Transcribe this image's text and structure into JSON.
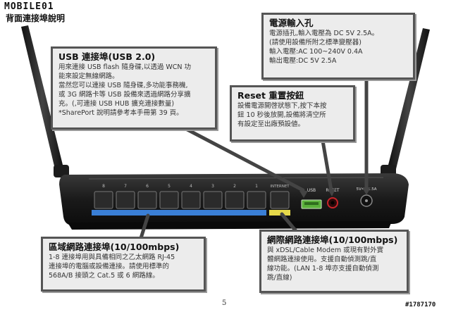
{
  "header": {
    "logo_text": "MOBILE01",
    "heading": "背面連接埠說明"
  },
  "callouts": {
    "usb": {
      "title": "USB 連接埠(USB 2.0)",
      "lines": [
        "用來連接 USB flash 隨身碟,以透過 WCN 功",
        "能來設定無線網路。",
        "當然您可以連接 USB 隨身碟,多功能事務機,",
        "或 3G 網路卡等 USB 設備來透過網路分享擴",
        "充。(,可連接 USB HUB 擴充連接數量)",
        "*SharePort 說明請參考本手冊第 39 頁。"
      ]
    },
    "power": {
      "title": "電源輸入孔",
      "lines": [
        "電源插孔,輸入電壓為 DC  5V 2.5A。",
        "(請使用設備所附之標準變壓器)",
        "輸入電壓:AC 100~240V 0.4A",
        "輸出電壓:DC 5V 2.5A"
      ]
    },
    "reset": {
      "title": "Reset 重置按鈕",
      "lines": [
        "設備電源開啓狀態下,按下本按",
        "鈕 10 秒後放開,設備將清空所",
        "有設定至出廠預設値。"
      ]
    },
    "lan": {
      "title": "區域網路連接埠(10/100mbps)",
      "lines": [
        "1-8 連接埠用與具備相同之乙太網路 RJ-45",
        "連接埠的電腦或設備連接。請使用標準的",
        "568A/B 接頭之 Cat.5 或 6 網路線。"
      ]
    },
    "wan": {
      "title": "網際網路連接埠(10/100mbps)",
      "lines": [
        "與 xDSL/Cable Modem 或現有對外實",
        "體網路連接使用。支援自動偵測跳/直",
        "線功能。(LAN 1-8 埠亦支援自動偵測",
        "跳/直線)"
      ]
    }
  },
  "router": {
    "lan_port_labels": [
      "8",
      "7",
      "6",
      "5",
      "4",
      "3",
      "2",
      "1"
    ],
    "internet_label": "INTERNET",
    "usb_label": "USB",
    "reset_label": "RESET",
    "power_label": "5V==2.5A"
  },
  "footer": {
    "page_number": "5",
    "watermark": "#1787170"
  },
  "colors": {
    "lan_stripe": "#3a7fd6",
    "wan_stripe": "#e6d94a",
    "usb_port": "#5ab03a",
    "reset_ring": "#c8242a",
    "router_body": "#1a1a1a"
  }
}
